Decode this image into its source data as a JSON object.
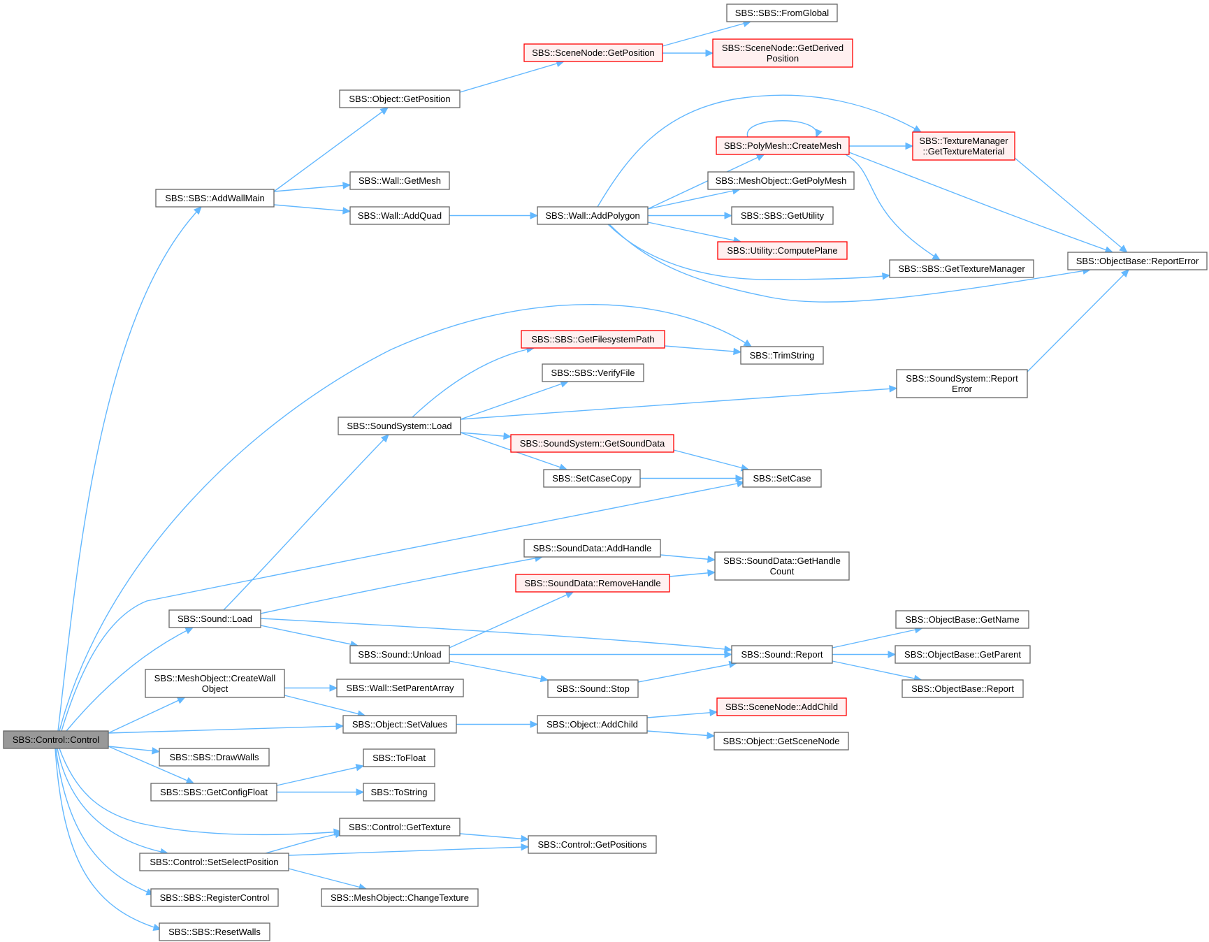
{
  "diagram": {
    "colors": {
      "edge": "#63b8ff",
      "root_fill": "#999999",
      "root_border": "#666666",
      "normal_fill": "#ffffff",
      "normal_border": "#666666",
      "red_fill": "#fff0f0",
      "red_border": "#ff0000"
    },
    "nodes": [
      {
        "id": "control_control",
        "lines": [
          "SBS::Control::Control"
        ],
        "style": "root"
      },
      {
        "id": "addwallmain",
        "lines": [
          "SBS::SBS::AddWallMain"
        ],
        "style": "normal"
      },
      {
        "id": "object_getposition",
        "lines": [
          "SBS::Object::GetPosition"
        ],
        "style": "normal"
      },
      {
        "id": "scenenode_getposition",
        "lines": [
          "SBS::SceneNode::GetPosition"
        ],
        "style": "red"
      },
      {
        "id": "fromglobal",
        "lines": [
          "SBS::SBS::FromGlobal"
        ],
        "style": "normal"
      },
      {
        "id": "getderivedposition",
        "lines": [
          "SBS::SceneNode::GetDerived",
          "Position"
        ],
        "style": "red"
      },
      {
        "id": "wall_getmesh",
        "lines": [
          "SBS::Wall::GetMesh"
        ],
        "style": "normal"
      },
      {
        "id": "wall_addquad",
        "lines": [
          "SBS::Wall::AddQuad"
        ],
        "style": "normal"
      },
      {
        "id": "wall_addpolygon",
        "lines": [
          "SBS::Wall::AddPolygon"
        ],
        "style": "normal"
      },
      {
        "id": "polymesh_createmesh",
        "lines": [
          "SBS::PolyMesh::CreateMesh"
        ],
        "style": "red"
      },
      {
        "id": "texturemanager_gettexturematerial",
        "lines": [
          "SBS::TextureManager",
          "::GetTextureMaterial"
        ],
        "style": "red"
      },
      {
        "id": "meshobject_getpolymesh",
        "lines": [
          "SBS::MeshObject::GetPolyMesh"
        ],
        "style": "normal"
      },
      {
        "id": "getutility",
        "lines": [
          "SBS::SBS::GetUtility"
        ],
        "style": "normal"
      },
      {
        "id": "computeplane",
        "lines": [
          "SBS::Utility::ComputePlane"
        ],
        "style": "red"
      },
      {
        "id": "gettexturemanager",
        "lines": [
          "SBS::SBS::GetTextureManager"
        ],
        "style": "normal"
      },
      {
        "id": "objectbase_reporterror",
        "lines": [
          "SBS::ObjectBase::ReportError"
        ],
        "style": "normal"
      },
      {
        "id": "getfilesystempath",
        "lines": [
          "SBS::SBS::GetFilesystemPath"
        ],
        "style": "red"
      },
      {
        "id": "trimstring",
        "lines": [
          "SBS::TrimString"
        ],
        "style": "normal"
      },
      {
        "id": "verifyfile",
        "lines": [
          "SBS::SBS::VerifyFile"
        ],
        "style": "normal"
      },
      {
        "id": "soundsystem_reporterror",
        "lines": [
          "SBS::SoundSystem::Report",
          "Error"
        ],
        "style": "normal"
      },
      {
        "id": "soundsystem_load",
        "lines": [
          "SBS::SoundSystem::Load"
        ],
        "style": "normal"
      },
      {
        "id": "getsounddata",
        "lines": [
          "SBS::SoundSystem::GetSoundData"
        ],
        "style": "red"
      },
      {
        "id": "setcasecopy",
        "lines": [
          "SBS::SetCaseCopy"
        ],
        "style": "normal"
      },
      {
        "id": "setcase",
        "lines": [
          "SBS::SetCase"
        ],
        "style": "normal"
      },
      {
        "id": "sounddata_addhandle",
        "lines": [
          "SBS::SoundData::AddHandle"
        ],
        "style": "normal"
      },
      {
        "id": "sounddata_gethandlecount",
        "lines": [
          "SBS::SoundData::GetHandle",
          "Count"
        ],
        "style": "normal"
      },
      {
        "id": "sounddata_removehandle",
        "lines": [
          "SBS::SoundData::RemoveHandle"
        ],
        "style": "red"
      },
      {
        "id": "sound_load",
        "lines": [
          "SBS::Sound::Load"
        ],
        "style": "normal"
      },
      {
        "id": "objectbase_getname",
        "lines": [
          "SBS::ObjectBase::GetName"
        ],
        "style": "normal"
      },
      {
        "id": "sound_unload",
        "lines": [
          "SBS::Sound::Unload"
        ],
        "style": "normal"
      },
      {
        "id": "sound_report",
        "lines": [
          "SBS::Sound::Report"
        ],
        "style": "normal"
      },
      {
        "id": "objectbase_getparent",
        "lines": [
          "SBS::ObjectBase::GetParent"
        ],
        "style": "normal"
      },
      {
        "id": "meshobject_createwallobject",
        "lines": [
          "SBS::MeshObject::CreateWall",
          "Object"
        ],
        "style": "normal"
      },
      {
        "id": "wall_setparentarray",
        "lines": [
          "SBS::Wall::SetParentArray"
        ],
        "style": "normal"
      },
      {
        "id": "sound_stop",
        "lines": [
          "SBS::Sound::Stop"
        ],
        "style": "normal"
      },
      {
        "id": "objectbase_report",
        "lines": [
          "SBS::ObjectBase::Report"
        ],
        "style": "normal"
      },
      {
        "id": "scenenode_addchild",
        "lines": [
          "SBS::SceneNode::AddChild"
        ],
        "style": "red"
      },
      {
        "id": "object_setvalues",
        "lines": [
          "SBS::Object::SetValues"
        ],
        "style": "normal"
      },
      {
        "id": "object_addchild",
        "lines": [
          "SBS::Object::AddChild"
        ],
        "style": "normal"
      },
      {
        "id": "object_getscenenode",
        "lines": [
          "SBS::Object::GetSceneNode"
        ],
        "style": "normal"
      },
      {
        "id": "drawwalls",
        "lines": [
          "SBS::SBS::DrawWalls"
        ],
        "style": "normal"
      },
      {
        "id": "tofloat",
        "lines": [
          "SBS::ToFloat"
        ],
        "style": "normal"
      },
      {
        "id": "getconfigfloat",
        "lines": [
          "SBS::SBS::GetConfigFloat"
        ],
        "style": "normal"
      },
      {
        "id": "tostring",
        "lines": [
          "SBS::ToString"
        ],
        "style": "normal"
      },
      {
        "id": "control_gettexture",
        "lines": [
          "SBS::Control::GetTexture"
        ],
        "style": "normal"
      },
      {
        "id": "control_getpositions",
        "lines": [
          "SBS::Control::GetPositions"
        ],
        "style": "normal"
      },
      {
        "id": "control_setselectposition",
        "lines": [
          "SBS::Control::SetSelectPosition"
        ],
        "style": "normal"
      },
      {
        "id": "registercontrol",
        "lines": [
          "SBS::SBS::RegisterControl"
        ],
        "style": "normal"
      },
      {
        "id": "meshobject_changetexture",
        "lines": [
          "SBS::MeshObject::ChangeTexture"
        ],
        "style": "normal"
      },
      {
        "id": "resetwalls",
        "lines": [
          "SBS::SBS::ResetWalls"
        ],
        "style": "normal"
      }
    ],
    "edges": [
      {
        "from": "control_control",
        "to": "addwallmain"
      },
      {
        "from": "control_control",
        "to": "trimstring"
      },
      {
        "from": "control_control",
        "to": "setcase"
      },
      {
        "from": "control_control",
        "to": "sound_load"
      },
      {
        "from": "control_control",
        "to": "meshobject_createwallobject"
      },
      {
        "from": "control_control",
        "to": "object_setvalues"
      },
      {
        "from": "control_control",
        "to": "drawwalls"
      },
      {
        "from": "control_control",
        "to": "getconfigfloat"
      },
      {
        "from": "control_control",
        "to": "control_gettexture"
      },
      {
        "from": "control_control",
        "to": "control_setselectposition"
      },
      {
        "from": "control_control",
        "to": "registercontrol"
      },
      {
        "from": "control_control",
        "to": "resetwalls"
      },
      {
        "from": "addwallmain",
        "to": "object_getposition"
      },
      {
        "from": "addwallmain",
        "to": "wall_getmesh"
      },
      {
        "from": "addwallmain",
        "to": "wall_addquad"
      },
      {
        "from": "object_getposition",
        "to": "scenenode_getposition"
      },
      {
        "from": "scenenode_getposition",
        "to": "fromglobal"
      },
      {
        "from": "scenenode_getposition",
        "to": "getderivedposition"
      },
      {
        "from": "wall_addquad",
        "to": "wall_addpolygon"
      },
      {
        "from": "wall_addpolygon",
        "to": "polymesh_createmesh"
      },
      {
        "from": "wall_addpolygon",
        "to": "texturemanager_gettexturematerial"
      },
      {
        "from": "wall_addpolygon",
        "to": "meshobject_getpolymesh"
      },
      {
        "from": "wall_addpolygon",
        "to": "getutility"
      },
      {
        "from": "wall_addpolygon",
        "to": "computeplane"
      },
      {
        "from": "wall_addpolygon",
        "to": "gettexturemanager"
      },
      {
        "from": "wall_addpolygon",
        "to": "objectbase_reporterror"
      },
      {
        "from": "polymesh_createmesh",
        "to": "polymesh_createmesh"
      },
      {
        "from": "polymesh_createmesh",
        "to": "texturemanager_gettexturematerial"
      },
      {
        "from": "polymesh_createmesh",
        "to": "gettexturemanager"
      },
      {
        "from": "polymesh_createmesh",
        "to": "objectbase_reporterror"
      },
      {
        "from": "texturemanager_gettexturematerial",
        "to": "objectbase_reporterror"
      },
      {
        "from": "soundsystem_reporterror",
        "to": "objectbase_reporterror"
      },
      {
        "from": "soundsystem_load",
        "to": "getfilesystempath"
      },
      {
        "from": "soundsystem_load",
        "to": "verifyfile"
      },
      {
        "from": "soundsystem_load",
        "to": "soundsystem_reporterror"
      },
      {
        "from": "soundsystem_load",
        "to": "getsounddata"
      },
      {
        "from": "soundsystem_load",
        "to": "setcasecopy"
      },
      {
        "from": "getfilesystempath",
        "to": "trimstring"
      },
      {
        "from": "getsounddata",
        "to": "setcase"
      },
      {
        "from": "setcasecopy",
        "to": "setcase"
      },
      {
        "from": "sound_load",
        "to": "soundsystem_load"
      },
      {
        "from": "sound_load",
        "to": "sounddata_addhandle"
      },
      {
        "from": "sound_load",
        "to": "sound_unload"
      },
      {
        "from": "sound_load",
        "to": "sound_report"
      },
      {
        "from": "sounddata_addhandle",
        "to": "sounddata_gethandlecount"
      },
      {
        "from": "sounddata_removehandle",
        "to": "sounddata_gethandlecount"
      },
      {
        "from": "sound_unload",
        "to": "sounddata_removehandle"
      },
      {
        "from": "sound_unload",
        "to": "sound_report"
      },
      {
        "from": "sound_unload",
        "to": "sound_stop"
      },
      {
        "from": "sound_stop",
        "to": "sound_report"
      },
      {
        "from": "sound_report",
        "to": "objectbase_getname"
      },
      {
        "from": "sound_report",
        "to": "objectbase_getparent"
      },
      {
        "from": "sound_report",
        "to": "objectbase_report"
      },
      {
        "from": "meshobject_createwallobject",
        "to": "wall_setparentarray"
      },
      {
        "from": "meshobject_createwallobject",
        "to": "object_setvalues"
      },
      {
        "from": "object_setvalues",
        "to": "object_addchild"
      },
      {
        "from": "object_addchild",
        "to": "scenenode_addchild"
      },
      {
        "from": "object_addchild",
        "to": "object_getscenenode"
      },
      {
        "from": "getconfigfloat",
        "to": "tofloat"
      },
      {
        "from": "getconfigfloat",
        "to": "tostring"
      },
      {
        "from": "control_gettexture",
        "to": "control_getpositions"
      },
      {
        "from": "control_setselectposition",
        "to": "control_gettexture"
      },
      {
        "from": "control_setselectposition",
        "to": "control_getpositions"
      },
      {
        "from": "control_setselectposition",
        "to": "meshobject_changetexture"
      }
    ]
  }
}
